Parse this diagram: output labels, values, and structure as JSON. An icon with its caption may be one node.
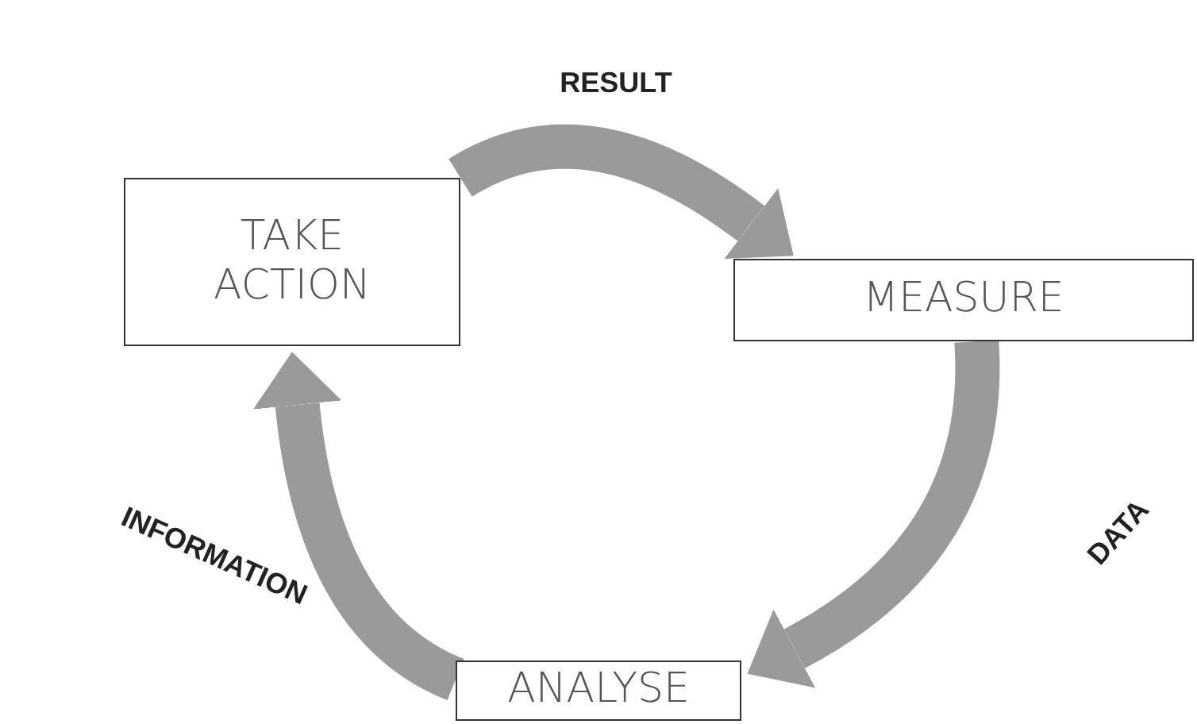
{
  "diagram": {
    "nodes": [
      {
        "text": [
          "TAKE ACTION"
        ]
      },
      {
        "text": [
          "MEASURE"
        ]
      },
      {
        "text": [
          "ANALYSE"
        ]
      }
    ],
    "edges": [
      {
        "from": 0,
        "to": 1,
        "arrow": "to",
        "label": "RESULT"
      },
      {
        "from": 1,
        "to": 2,
        "arrow": "to",
        "label": "DATA"
      },
      {
        "from": 2,
        "to": 0,
        "arrow": "to",
        "label": "INFORMATION"
      }
    ]
  }
}
